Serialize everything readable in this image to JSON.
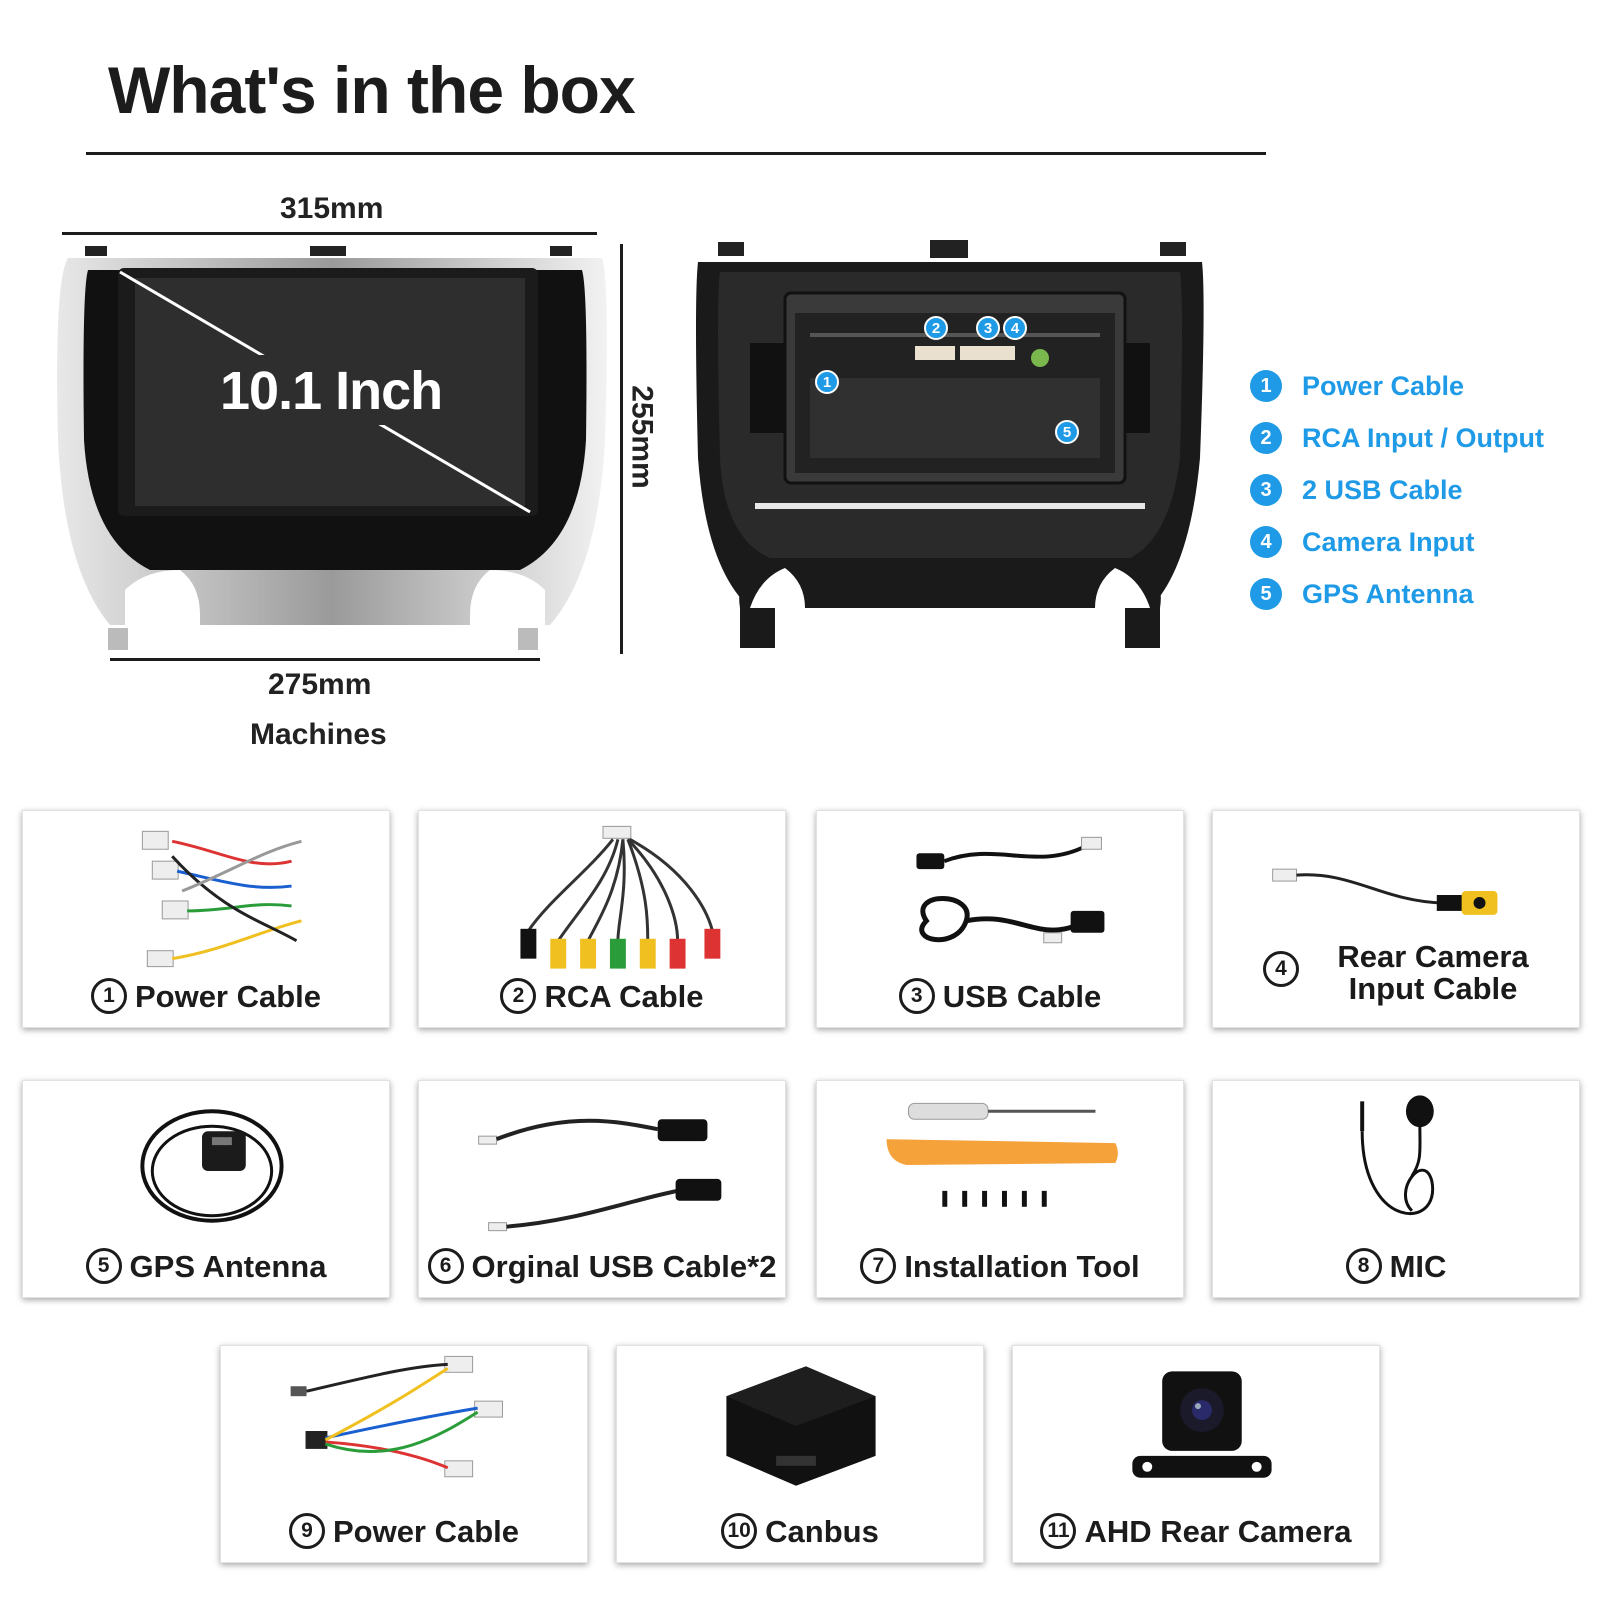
{
  "header": {
    "title": "What's in the box"
  },
  "dimensions": {
    "top_width": "315mm",
    "bottom_width": "275mm",
    "height": "255mm",
    "caption": "Machines",
    "screen_size": "10.1 Inch"
  },
  "back_badges": [
    "1",
    "2",
    "3",
    "4",
    "5"
  ],
  "legend": [
    {
      "num": "1",
      "label": "Power Cable"
    },
    {
      "num": "2",
      "label": "RCA Input / Output"
    },
    {
      "num": "3",
      "label": "2 USB Cable"
    },
    {
      "num": "4",
      "label": "Camera Input"
    },
    {
      "num": "5",
      "label": "GPS Antenna"
    }
  ],
  "items": [
    {
      "num": "1",
      "label": "Power Cable",
      "icon": "wiring-harness-icon"
    },
    {
      "num": "2",
      "label": "RCA Cable",
      "icon": "rca-cable-icon"
    },
    {
      "num": "3",
      "label": "USB Cable",
      "icon": "usb-cable-icon"
    },
    {
      "num": "4",
      "label_line1": "Rear Camera",
      "label_line2": "Input Cable",
      "icon": "camera-input-cable-icon"
    },
    {
      "num": "5",
      "label": "GPS Antenna",
      "icon": "gps-antenna-icon"
    },
    {
      "num": "6",
      "label": "Orginal USB Cable*2",
      "icon": "original-usb-cable-icon"
    },
    {
      "num": "7",
      "label": "Installation Tool",
      "icon": "installation-tool-icon"
    },
    {
      "num": "8",
      "label": "MIC",
      "icon": "microphone-icon"
    },
    {
      "num": "9",
      "label": "Power Cable",
      "icon": "power-harness-icon"
    },
    {
      "num": "10",
      "label": "Canbus",
      "icon": "canbus-box-icon"
    },
    {
      "num": "11",
      "label": "AHD Rear Camera",
      "icon": "rear-camera-icon"
    }
  ],
  "colors": {
    "accent": "#1f9ae6",
    "text": "#1c1c1c"
  }
}
